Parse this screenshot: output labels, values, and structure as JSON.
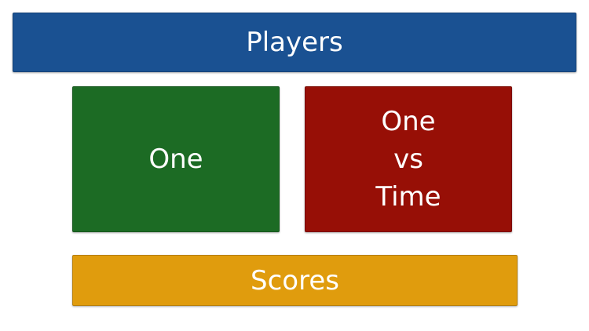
{
  "players": {
    "label": "Players",
    "color": "#1a5192"
  },
  "modes": {
    "one": {
      "label": "One",
      "color": "#1c6b24"
    },
    "one_vs_time": {
      "lines": [
        "One",
        "vs",
        "Time"
      ],
      "color": "#970f06"
    }
  },
  "scores": {
    "label": "Scores",
    "color": "#e09c0d"
  }
}
